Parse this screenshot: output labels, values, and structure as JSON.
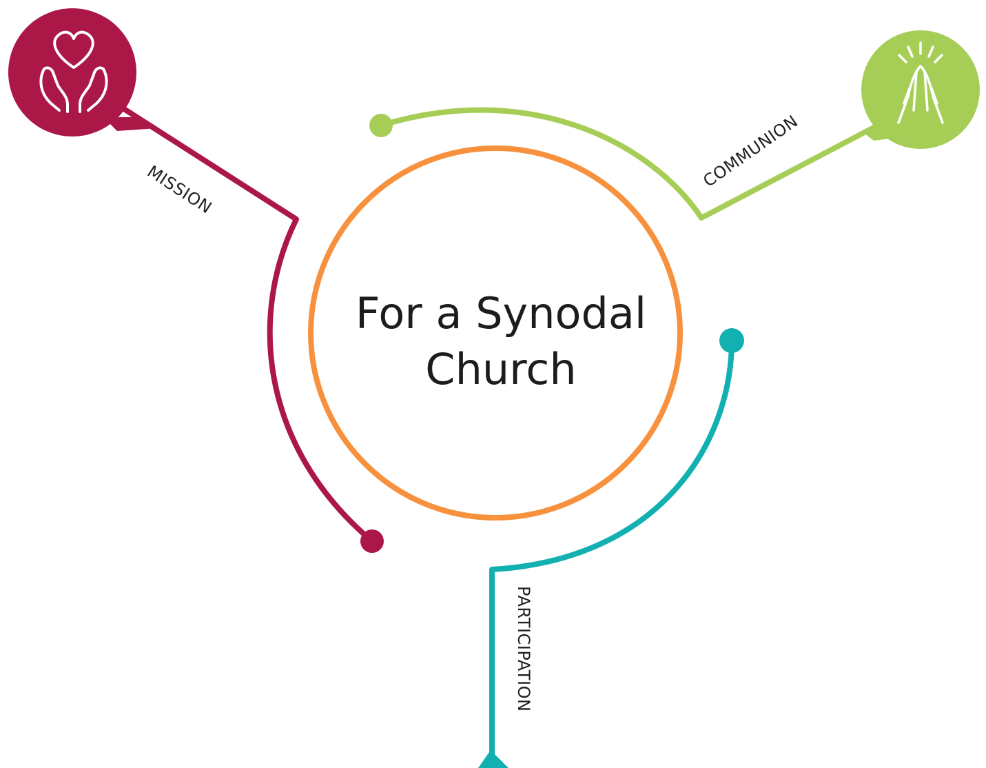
{
  "title": {
    "line1": "For a Synodal",
    "line2": "Church"
  },
  "branches": {
    "mission": {
      "label": "MISSION",
      "color": "#ab1747",
      "icon": "heart-in-hands-icon"
    },
    "communion": {
      "label": "COMMUNION",
      "color": "#a6ce57",
      "icon": "praying-hands-icon"
    },
    "participation": {
      "label": "PARTICIPATION",
      "color": "#12b0b0"
    }
  },
  "center_ring_color": "#f7913d"
}
